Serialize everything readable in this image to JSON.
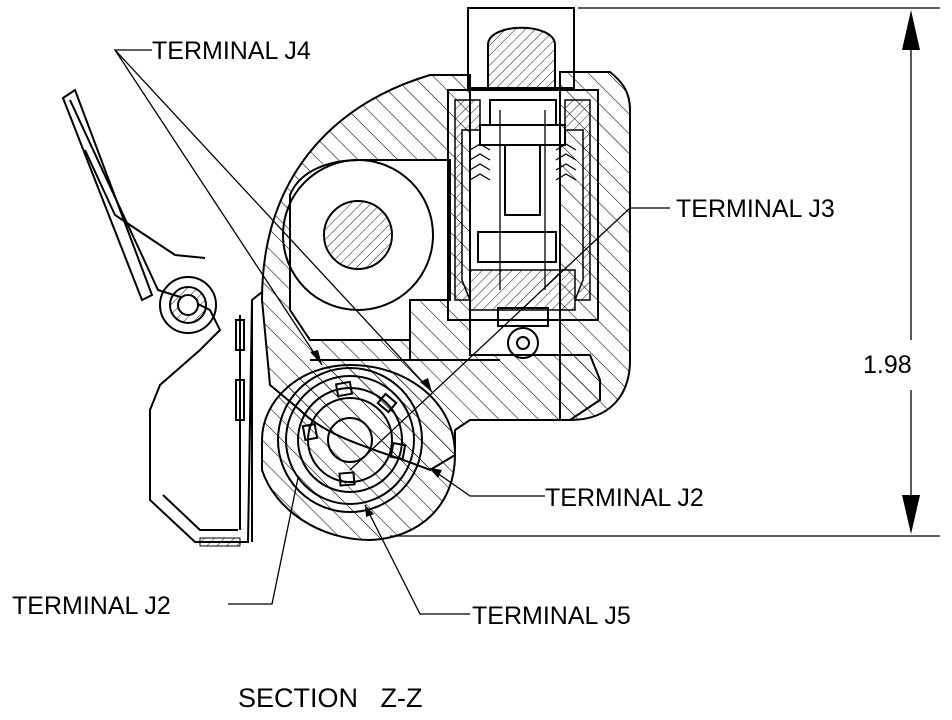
{
  "labels": {
    "terminal_j4": "TERMINAL J4",
    "terminal_j3": "TERMINAL J3",
    "terminal_j2_right": "TERMINAL J2",
    "terminal_j2_left": "TERMINAL J2",
    "terminal_j5": "TERMINAL J5"
  },
  "dimension": {
    "value": "1.98"
  },
  "title": "SECTION   Z-Z",
  "colors": {
    "ink": "#000000",
    "paper": "#ffffff"
  }
}
